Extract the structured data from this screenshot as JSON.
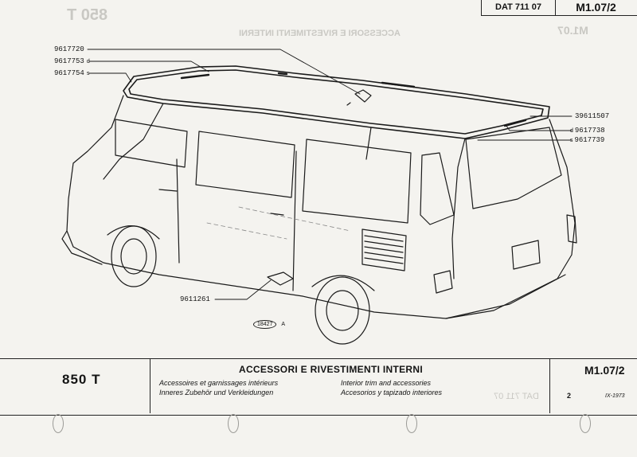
{
  "header": {
    "dat_code": "DAT 711 07",
    "page_code": "M1.07/2"
  },
  "parts": [
    {
      "number": "9617720",
      "suffix": ""
    },
    {
      "number": "9617753",
      "suffix": "d"
    },
    {
      "number": "9617754",
      "suffix": "s"
    },
    {
      "number": "39611507",
      "suffix": ""
    },
    {
      "number": "9617738",
      "suffix": "d"
    },
    {
      "number": "9617739",
      "suffix": "s"
    },
    {
      "number": "9611261",
      "suffix": ""
    }
  ],
  "figure_ref": {
    "number": "18427",
    "letter": "A"
  },
  "footer": {
    "model": "850 T",
    "title": "ACCESSORI E RIVESTIMENTI INTERNI",
    "translations": [
      "Accessoires et garnissages intérieurs",
      "Inneres Zubehör und Verkleidungen",
      "Interior trim and accessories",
      "Accesorios y tapizado interiores"
    ],
    "page_code": "M1.07/2",
    "page_number": "2",
    "date": "IX-1973"
  }
}
